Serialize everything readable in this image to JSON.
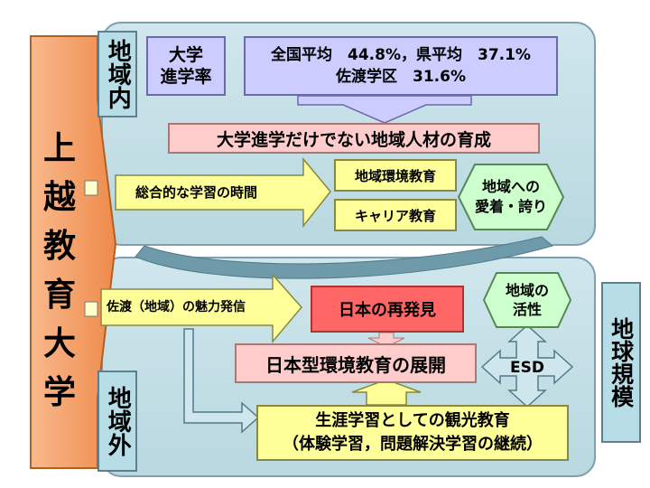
{
  "university": "上越教育大学",
  "inside_label": "地域内",
  "outside_label": "地域外",
  "global_label": "地球規模",
  "rate_title_1": "大学",
  "rate_title_2": "進学率",
  "rate_line1": "全国平均　44.8%，県平均　37.1%",
  "rate_line2": "佐渡学区　31.6%",
  "talent": "大学進学だけでない地域人材の育成",
  "integrated_study": "総合的な学習の時間",
  "env_edu": "地域環境教育",
  "career_edu": "キャリア教育",
  "attachment_1": "地域への",
  "attachment_2": "愛着・誇り",
  "sado_appeal": "佐渡（地域）の魅力発信",
  "rediscovery": "日本の再発見",
  "vitality_1": "地域の",
  "vitality_2": "活性",
  "japan_env": "日本型環境教育の展開",
  "esd": "ESD",
  "tourism_1": "生涯学習としての観光教育",
  "tourism_2": "（体験学習，問題解決学習の継続）",
  "colors": {
    "panel": "#c3dfe6",
    "orange": "#f6a26b",
    "lavender": "#ccccff",
    "yellow": "#ffff99",
    "pink": "#ffcccc",
    "red": "#ff6666",
    "green": "#ccffcc"
  }
}
